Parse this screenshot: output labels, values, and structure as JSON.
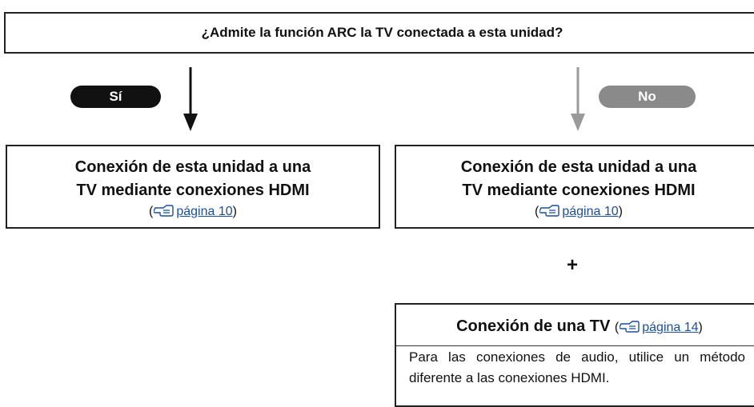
{
  "question": "¿Admite la función ARC la TV conectada a esta unidad?",
  "branches": {
    "yes": {
      "label": "Sí",
      "result_line1": "Conexión de esta unidad a una",
      "result_line2": "TV mediante conexiones HDMI",
      "ref_open": "(",
      "ref_link": "página 10",
      "ref_close": ")",
      "icon": "page-reference-hand-icon"
    },
    "no": {
      "label": "No",
      "result_line1": "Conexión de esta unidad a una",
      "result_line2": "TV mediante conexiones HDMI",
      "ref_open": "(",
      "ref_link": "página 10",
      "ref_close": ")",
      "icon": "page-reference-hand-icon"
    }
  },
  "plus": "+",
  "tv_connection": {
    "title": "Conexión de una TV",
    "ref_open": "(",
    "ref_link": "página 14",
    "ref_close": ")",
    "description": "Para las conexiones de audio, utilice un método diferente a las conexiones HDMI.",
    "icon": "page-reference-hand-icon"
  },
  "colors": {
    "yes_pill": "#111111",
    "no_pill": "#8a8a8a",
    "yes_arrow": "#111111",
    "no_arrow": "#9a9a9a",
    "link": "#1a4fa0"
  }
}
